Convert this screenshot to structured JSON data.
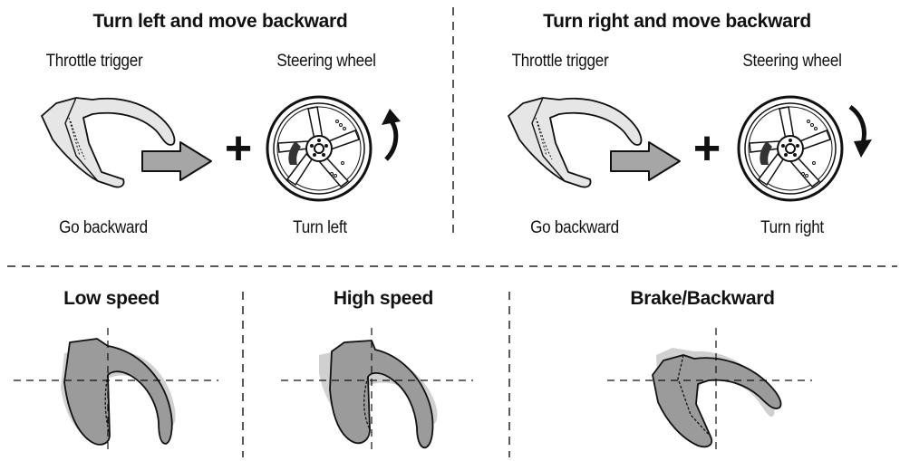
{
  "top": {
    "left_panel": {
      "title": "Turn left and move backward",
      "trigger_label": "Throttle trigger",
      "wheel_label": "Steering wheel",
      "trigger_caption": "Go backward",
      "wheel_caption": "Turn left",
      "plus": "+"
    },
    "right_panel": {
      "title": "Turn right and move backward",
      "trigger_label": "Throttle trigger",
      "wheel_label": "Steering wheel",
      "trigger_caption": "Go backward",
      "wheel_caption": "Turn right",
      "plus": "+"
    }
  },
  "bottom": {
    "states": [
      {
        "title": "Low speed"
      },
      {
        "title": "High speed"
      },
      {
        "title": "Brake/Backward"
      }
    ]
  },
  "colors": {
    "trigger_fill_light": "#e6e6e6",
    "trigger_fill_dark": "#9b9b9b",
    "trigger_shadow": "#cfcfcf",
    "arrow_fill": "#a6a6a6",
    "line": "#111111"
  },
  "icons": [
    "throttle-trigger-icon",
    "steering-wheel-icon",
    "arrow-right-icon",
    "rotate-ccw-icon",
    "rotate-cw-icon"
  ]
}
